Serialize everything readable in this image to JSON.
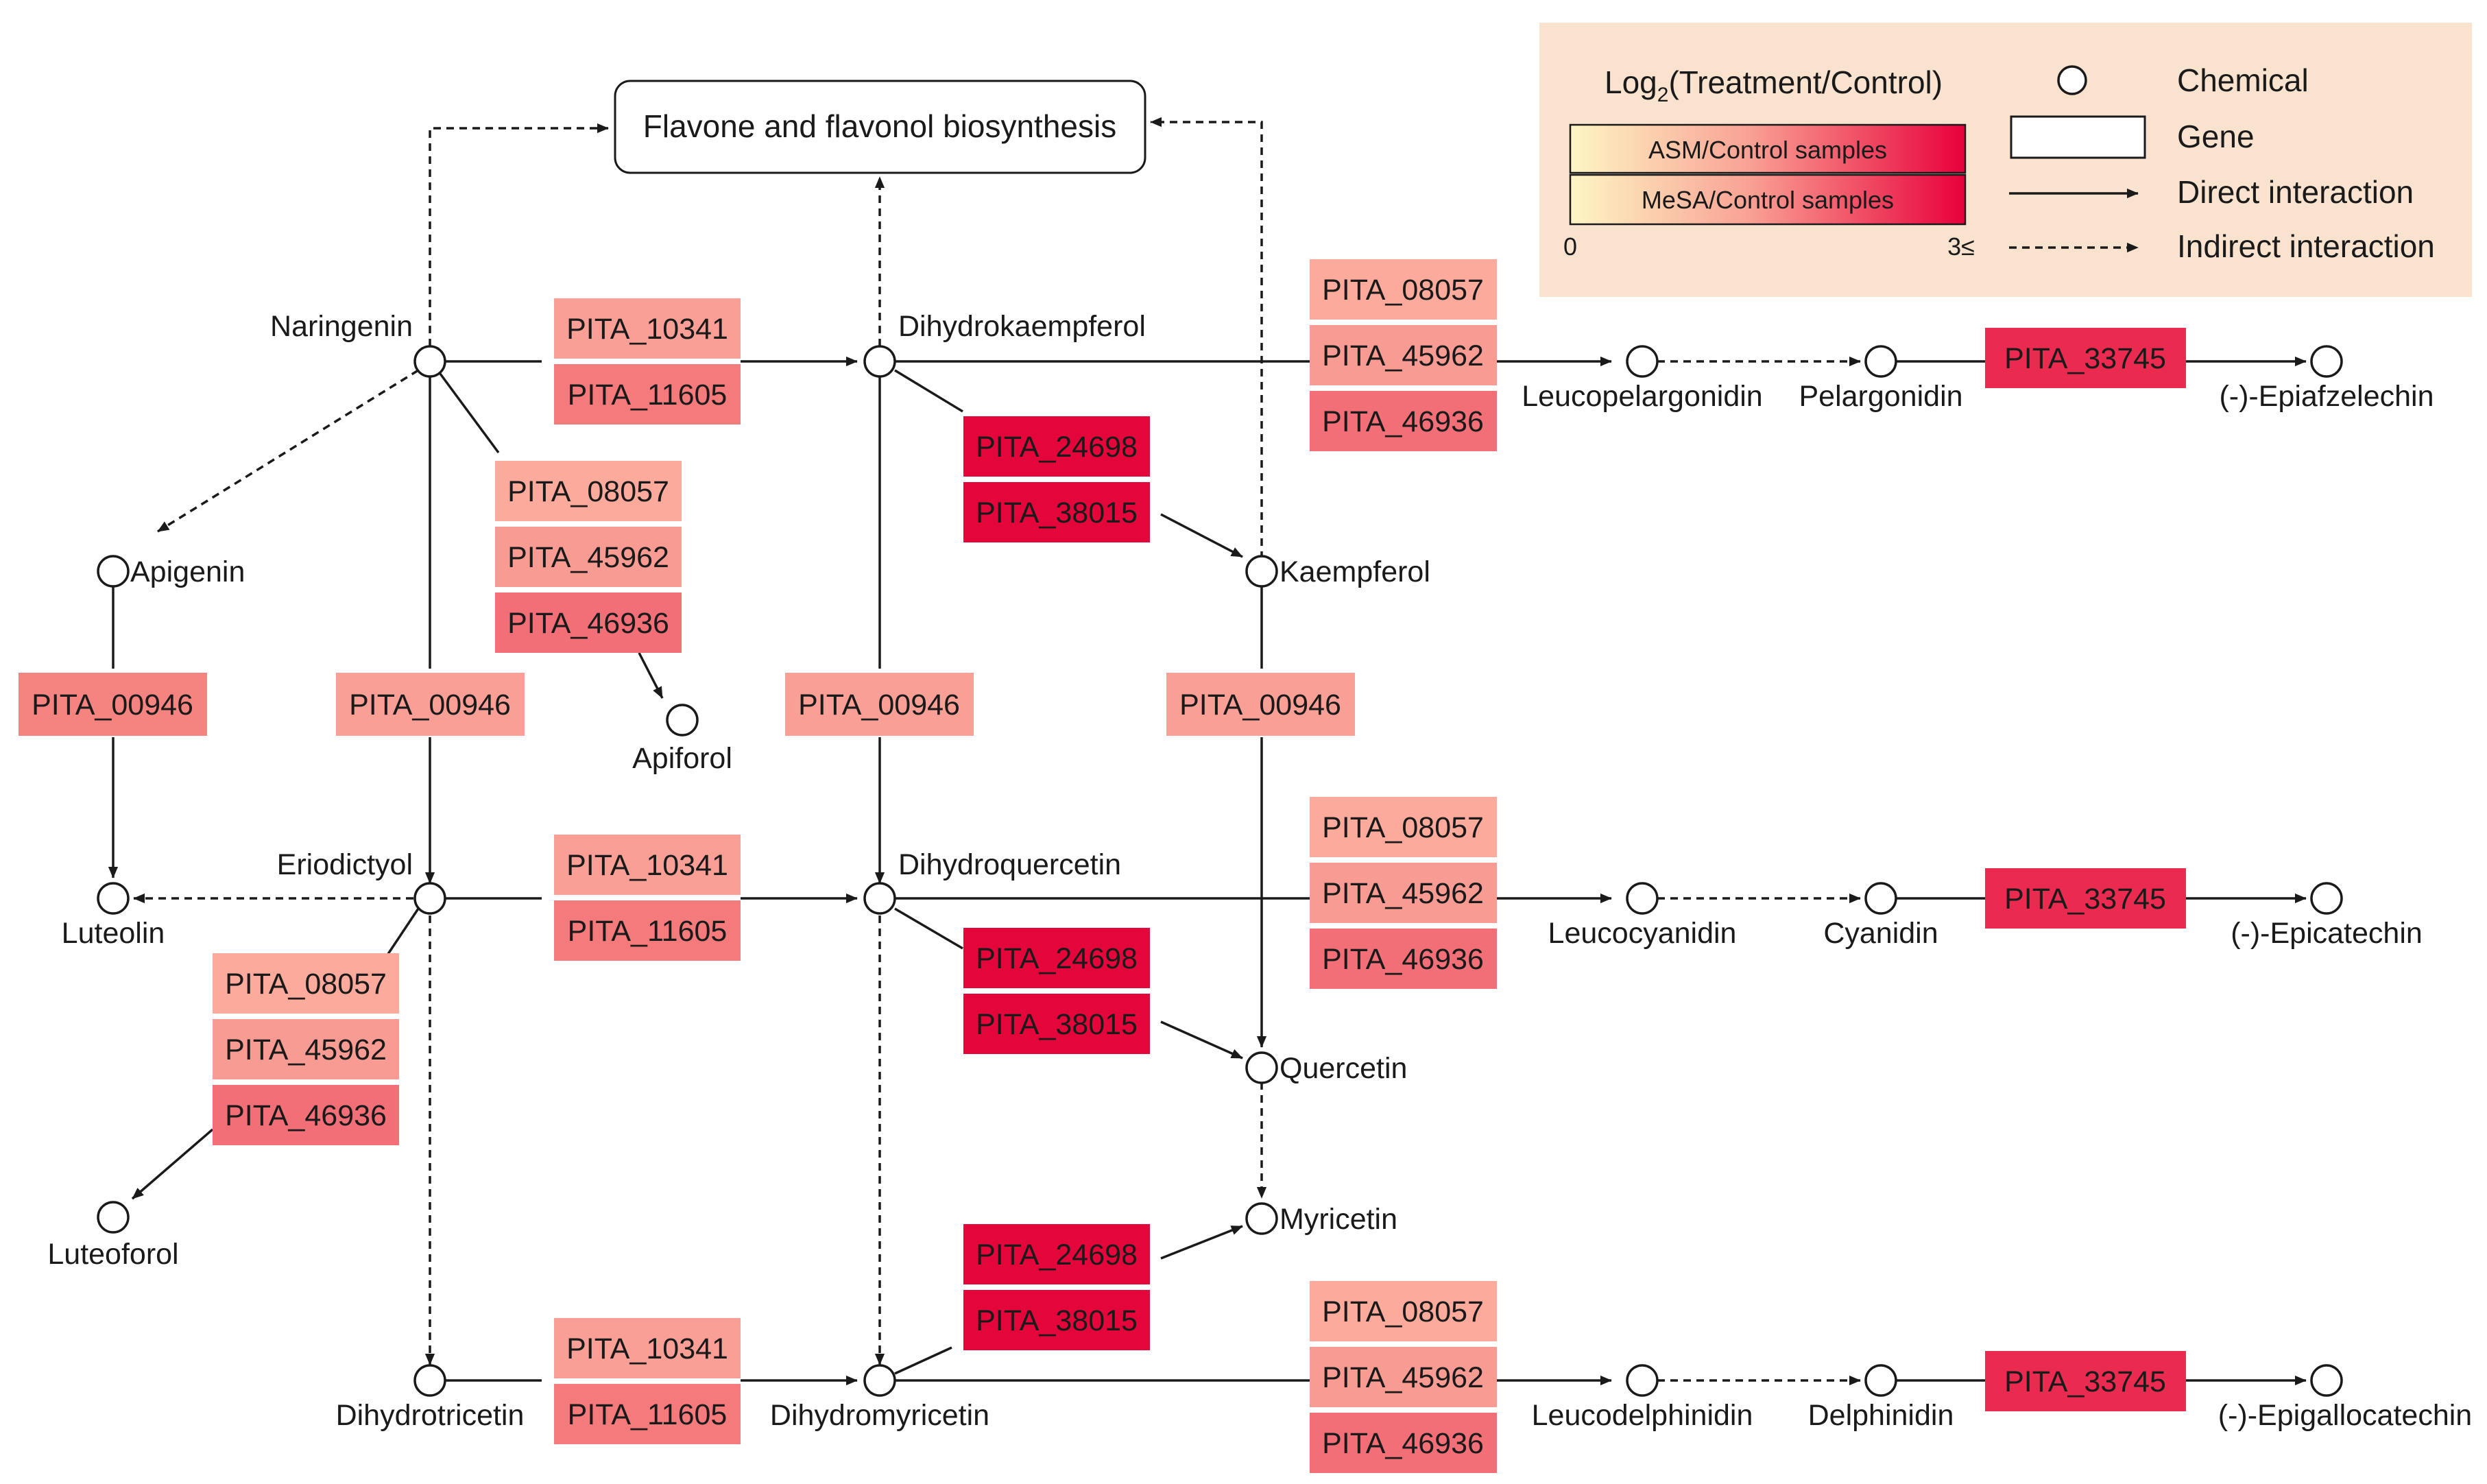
{
  "pathway_box": "Flavone and flavonol biosynthesis",
  "legend": {
    "scale_title_pre": "Log",
    "scale_title_sub": "2",
    "scale_title_post": "(Treatment/Control)",
    "bar_asm": "ASM/Control samples",
    "bar_mesa": "MeSA/Control samples",
    "scale_min": "0",
    "scale_max": "3≤",
    "chemical": "Chemical",
    "gene": "Gene",
    "direct": "Direct interaction",
    "indirect": "Indirect interaction",
    "colors": {
      "low": "#fdf6c4",
      "mid": "#f79a90",
      "high": "#e8003a",
      "background": "#f9e3cf"
    }
  },
  "chemicals": {
    "naringenin": "Naringenin",
    "dihydrokaempferol": "Dihydrokaempferol",
    "apigenin": "Apigenin",
    "apiforol": "Apiforol",
    "kaempferol": "Kaempferol",
    "leucopelargonidin": "Leucopelargonidin",
    "pelargonidin": "Pelargonidin",
    "epiafzelechin": "(-)-Epiafzelechin",
    "luteolin": "Luteolin",
    "eriodictyol": "Eriodictyol",
    "dihydroquercetin": "Dihydroquercetin",
    "leucocyanidin": "Leucocyanidin",
    "cyanidin": "Cyanidin",
    "epicatechin": "(-)-Epicatechin",
    "quercetin": "Quercetin",
    "myricetin": "Myricetin",
    "luteoforol": "Luteoforol",
    "dihydrotricetin": "Dihydrotricetin",
    "dihydromyricetin": "Dihydromyricetin",
    "leucodelphinidin": "Leucodelphinidin",
    "delphinidin": "Delphinidin",
    "epigallocatechin": "(-)-Epigallocatechin"
  },
  "genes": {
    "g01": "PITA_10341",
    "g02": "PITA_11605",
    "g03": "PITA_08057",
    "g04": "PITA_45962",
    "g05": "PITA_46936",
    "g06": "PITA_24698",
    "g07": "PITA_38015",
    "g08": "PITA_08057",
    "g09": "PITA_45962",
    "g10": "PITA_46936",
    "g11": "PITA_33745",
    "g12": "PITA_00946",
    "g13": "PITA_00946",
    "g14": "PITA_00946",
    "g15": "PITA_00946",
    "g16": "PITA_10341",
    "g17": "PITA_11605",
    "g18": "PITA_08057",
    "g19": "PITA_45962",
    "g20": "PITA_46936",
    "g21": "PITA_08057",
    "g22": "PITA_45962",
    "g23": "PITA_46936",
    "g24": "PITA_33745",
    "g25": "PITA_24698",
    "g26": "PITA_38015",
    "g27": "PITA_24698",
    "g28": "PITA_38015",
    "g29": "PITA_10341",
    "g30": "PITA_11605",
    "g31": "PITA_08057",
    "g32": "PITA_45962",
    "g33": "PITA_46936",
    "g34": "PITA_33745"
  }
}
